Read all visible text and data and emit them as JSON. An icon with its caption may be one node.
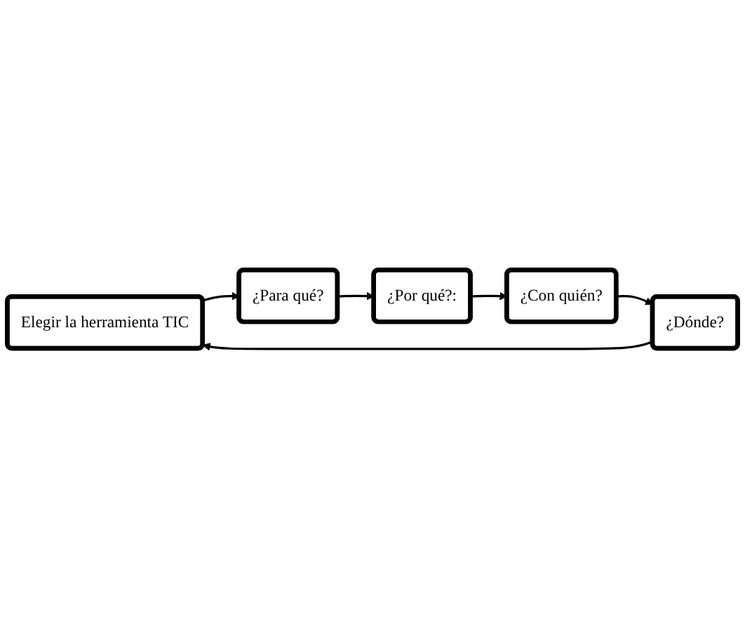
{
  "diagram": {
    "nodes": [
      {
        "text": [
          "Elegir la herramienta TIC"
        ]
      },
      {
        "text": [
          "¿Para qué?"
        ]
      },
      {
        "text": [
          "¿Por qué?:"
        ]
      },
      {
        "text": [
          "¿Con quién?"
        ]
      },
      {
        "text": [
          "¿Dónde?"
        ]
      }
    ],
    "edges": [
      {
        "from": 0,
        "to": 1,
        "arrow": "to"
      },
      {
        "from": 1,
        "to": 2,
        "arrow": "to"
      },
      {
        "from": 2,
        "to": 3,
        "arrow": "to"
      },
      {
        "from": 3,
        "to": 4,
        "arrow": "to"
      },
      {
        "from": 4,
        "to": 0,
        "arrow": "to"
      }
    ]
  }
}
